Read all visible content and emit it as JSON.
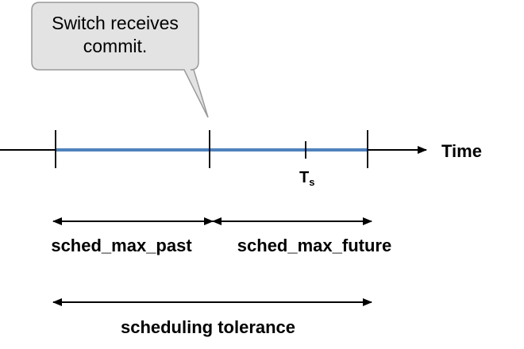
{
  "callout": {
    "line1": "Switch receives",
    "line2": "commit."
  },
  "timeline": {
    "axis_label": "Time",
    "ts_label": "T",
    "ts_subscript": "s"
  },
  "ranges": {
    "past_label": "sched_max_past",
    "future_label": "sched_max_future",
    "tolerance_label": "scheduling tolerance"
  },
  "colors": {
    "timeline_segment": "#4f81bd",
    "callout_fill": "#e3e3e3",
    "callout_stroke": "#9a9a9a"
  }
}
